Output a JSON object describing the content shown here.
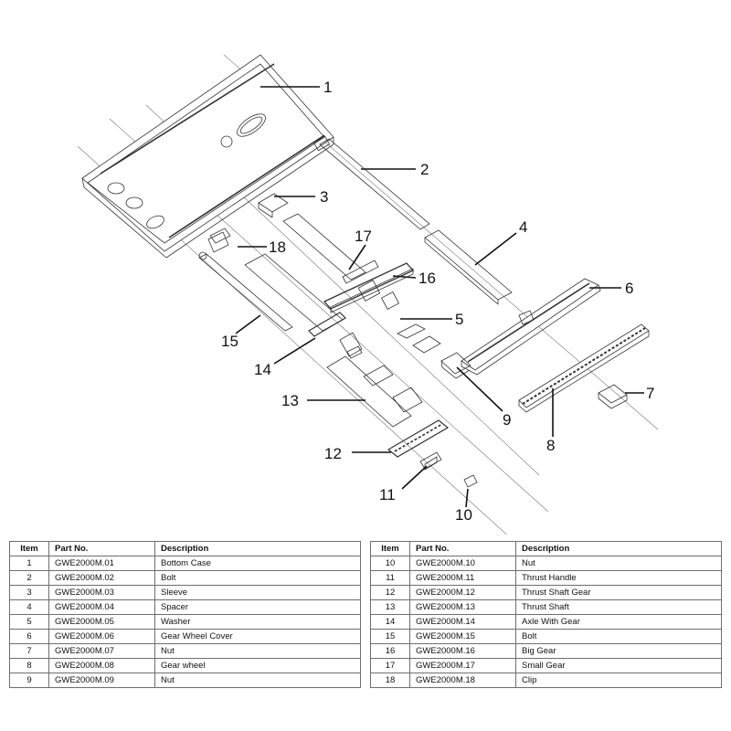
{
  "diagram": {
    "callouts": [
      "1",
      "2",
      "3",
      "4",
      "5",
      "6",
      "7",
      "8",
      "9",
      "10",
      "11",
      "12",
      "13",
      "14",
      "15",
      "16",
      "17",
      "18"
    ]
  },
  "parts_table": {
    "headers": {
      "item": "Item",
      "part_no": "Part No.",
      "description": "Description"
    },
    "left_rows": [
      {
        "item": "1",
        "part_no": "GWE2000M.01",
        "description": "Bottom Case"
      },
      {
        "item": "2",
        "part_no": "GWE2000M.02",
        "description": "Bolt"
      },
      {
        "item": "3",
        "part_no": "GWE2000M.03",
        "description": "Sleeve"
      },
      {
        "item": "4",
        "part_no": "GWE2000M.04",
        "description": "Spacer"
      },
      {
        "item": "5",
        "part_no": "GWE2000M.05",
        "description": "Washer"
      },
      {
        "item": "6",
        "part_no": "GWE2000M.06",
        "description": "Gear Wheel Cover"
      },
      {
        "item": "7",
        "part_no": "GWE2000M.07",
        "description": "Nut"
      },
      {
        "item": "8",
        "part_no": "GWE2000M.08",
        "description": "Gear wheel"
      },
      {
        "item": "9",
        "part_no": "GWE2000M.09",
        "description": "Nut"
      }
    ],
    "right_rows": [
      {
        "item": "10",
        "part_no": "GWE2000M.10",
        "description": "Nut"
      },
      {
        "item": "11",
        "part_no": "GWE2000M.11",
        "description": "Thrust Handle"
      },
      {
        "item": "12",
        "part_no": "GWE2000M.12",
        "description": "Thrust Shaft Gear"
      },
      {
        "item": "13",
        "part_no": "GWE2000M.13",
        "description": "Thrust Shaft"
      },
      {
        "item": "14",
        "part_no": "GWE2000M.14",
        "description": "Axle With Gear"
      },
      {
        "item": "15",
        "part_no": "GWE2000M.15",
        "description": "Bolt"
      },
      {
        "item": "16",
        "part_no": "GWE2000M.16",
        "description": "Big Gear"
      },
      {
        "item": "17",
        "part_no": "GWE2000M.17",
        "description": "Small Gear"
      },
      {
        "item": "18",
        "part_no": "GWE2000M.18",
        "description": "Clip"
      }
    ]
  }
}
